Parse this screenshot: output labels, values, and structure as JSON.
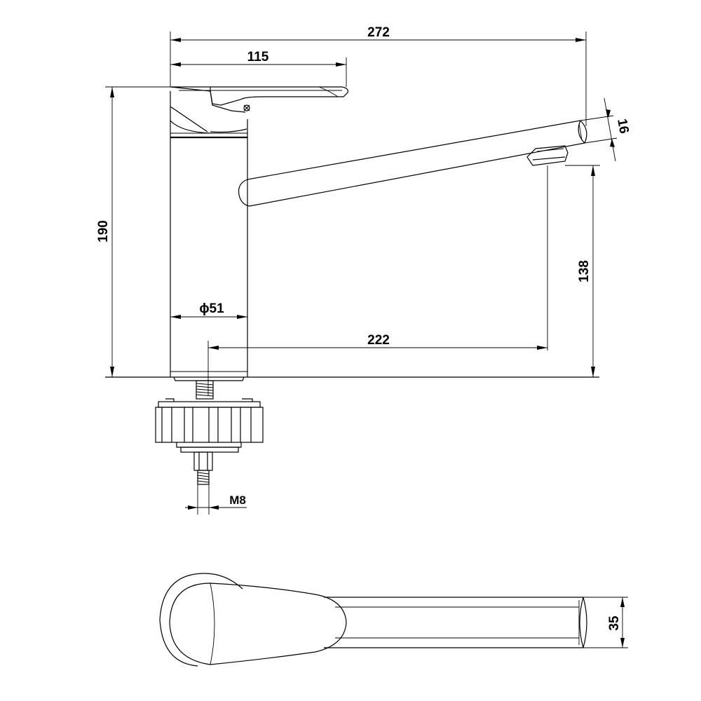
{
  "dimensions": {
    "overall_length": "272",
    "handle_length": "115",
    "overall_height": "190",
    "spout_height": "138",
    "spout_reach": "222",
    "body_diameter": "ϕ51",
    "spout_tip_thickness": "16",
    "thread": "M8",
    "spout_width": "35"
  }
}
